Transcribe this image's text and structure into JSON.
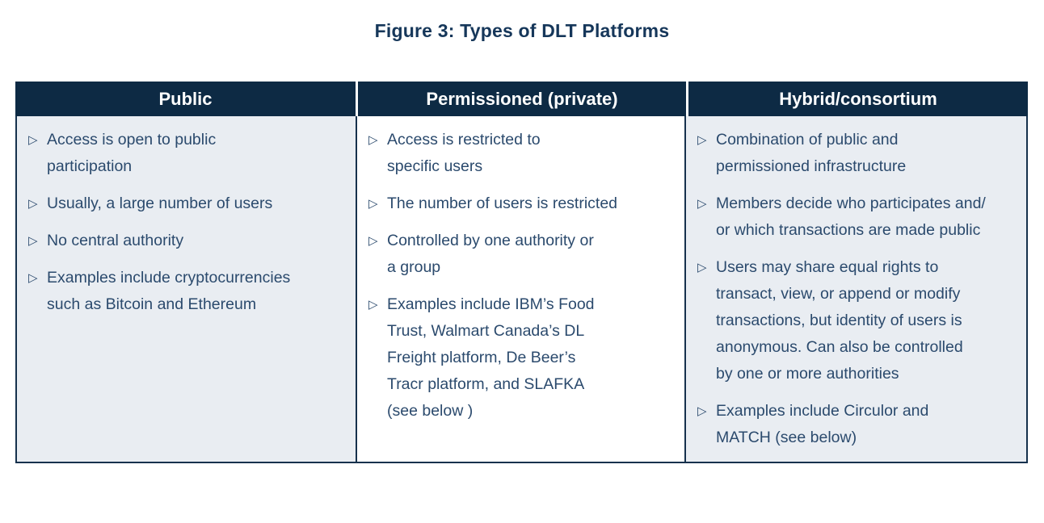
{
  "figure": {
    "title": "Figure 3: Types of DLT Platforms"
  },
  "table": {
    "bullet_glyph": "▷",
    "columns": [
      {
        "header": "Public",
        "items": [
          "Access is open to public\nparticipation",
          "Usually, a large number of users",
          "No central authority",
          "Examples include cryptocurrencies\nsuch as Bitcoin and Ethereum"
        ]
      },
      {
        "header": "Permissioned (private)",
        "items": [
          "Access is restricted to\nspecific users",
          "The number of users is restricted",
          "Controlled by one authority or\na group",
          "Examples include IBM’s Food\nTrust, Walmart Canada’s DL\nFreight platform, De Beer’s\nTracr platform, and SLAFKA\n(see below )"
        ]
      },
      {
        "header": "Hybrid/consortium",
        "items": [
          "Combination of public and\npermissioned infrastructure",
          "Members decide who participates and/\nor which transactions are made public",
          "Users may share equal rights to\ntransact, view, or append or modify\ntransactions, but identity of users is\nanonymous. Can also be controlled\nby one or more authorities",
          "Examples include Circulor and\nMATCH (see below)"
        ]
      }
    ]
  },
  "colors": {
    "header_bg": "#0d2a44",
    "header_text": "#ffffff",
    "title_text": "#16375a",
    "body_text": "#2b4a6d",
    "shaded_cell_bg": "#e9edf2",
    "white_cell_bg": "#ffffff",
    "border": "#16314d"
  }
}
